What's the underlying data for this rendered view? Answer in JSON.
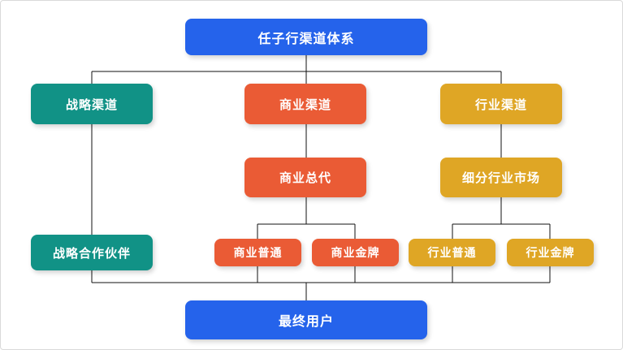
{
  "diagram": {
    "title": "任子行渠道体系",
    "type": "org-flowchart",
    "colors": {
      "blue": "#2563eb",
      "teal": "#119286",
      "orange": "#ea5b35",
      "yellow": "#dfa625",
      "line": "#111111",
      "canvas_background": "#ffffff",
      "canvas_border": "#d9d9d9",
      "text": "#ffffff"
    },
    "nodes": {
      "root": {
        "label": "任子行渠道体系",
        "color": "#2563eb"
      },
      "strategic_channel": {
        "label": "战略渠道",
        "color": "#119286"
      },
      "commercial_channel": {
        "label": "商业渠道",
        "color": "#ea5b35"
      },
      "industry_channel": {
        "label": "行业渠道",
        "color": "#dfa625"
      },
      "commercial_agent": {
        "label": "商业总代",
        "color": "#ea5b35"
      },
      "industry_segment": {
        "label": "细分行业市场",
        "color": "#dfa625"
      },
      "strategic_partner": {
        "label": "战略合作伙伴",
        "color": "#119286"
      },
      "commercial_standard": {
        "label": "商业普通",
        "color": "#ea5b35"
      },
      "commercial_gold": {
        "label": "商业金牌",
        "color": "#ea5b35"
      },
      "industry_standard": {
        "label": "行业普通",
        "color": "#dfa625"
      },
      "industry_gold": {
        "label": "行业金牌",
        "color": "#dfa625"
      },
      "end_user": {
        "label": "最终用户",
        "color": "#2563eb"
      }
    },
    "edges": [
      {
        "from": "root",
        "to": "strategic_channel"
      },
      {
        "from": "root",
        "to": "commercial_channel"
      },
      {
        "from": "root",
        "to": "industry_channel"
      },
      {
        "from": "strategic_channel",
        "to": "strategic_partner"
      },
      {
        "from": "commercial_channel",
        "to": "commercial_agent"
      },
      {
        "from": "industry_channel",
        "to": "industry_segment"
      },
      {
        "from": "commercial_agent",
        "to": "commercial_standard"
      },
      {
        "from": "commercial_agent",
        "to": "commercial_gold"
      },
      {
        "from": "industry_segment",
        "to": "industry_standard"
      },
      {
        "from": "industry_segment",
        "to": "industry_gold"
      },
      {
        "from": "strategic_partner",
        "to": "end_user"
      },
      {
        "from": "commercial_standard",
        "to": "end_user"
      },
      {
        "from": "commercial_gold",
        "to": "end_user"
      },
      {
        "from": "industry_standard",
        "to": "end_user"
      },
      {
        "from": "industry_gold",
        "to": "end_user"
      }
    ]
  }
}
